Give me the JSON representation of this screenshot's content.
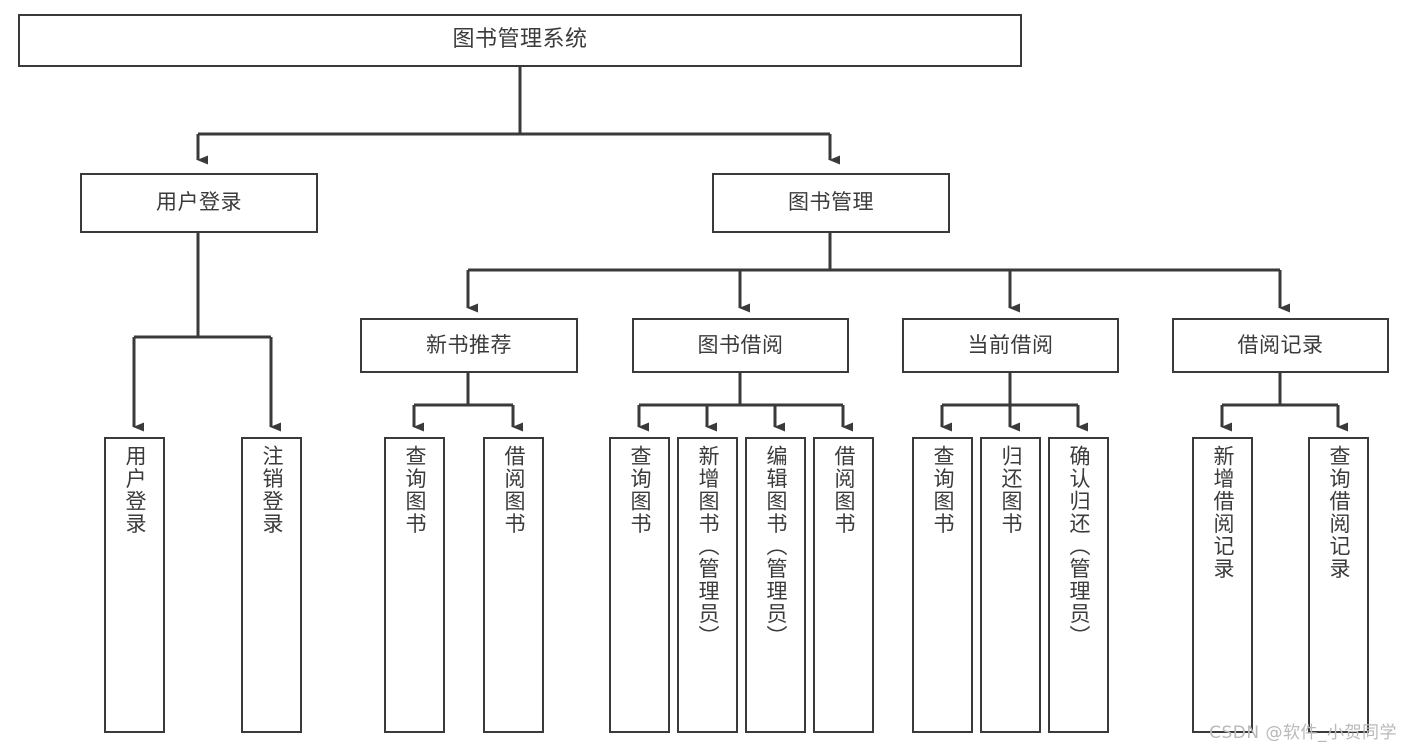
{
  "diagram": {
    "type": "tree-hierarchy",
    "title": "图书管理系统",
    "root": {
      "label": "图书管理系统"
    },
    "level2": [
      {
        "id": "user-login",
        "label": "用户登录"
      },
      {
        "id": "book-management",
        "label": "图书管理"
      }
    ],
    "level3": [
      {
        "id": "new-book-recommend",
        "label": "新书推荐",
        "parent": "book-management"
      },
      {
        "id": "book-borrow",
        "label": "图书借阅",
        "parent": "book-management"
      },
      {
        "id": "current-borrow",
        "label": "当前借阅",
        "parent": "book-management"
      },
      {
        "id": "borrow-record",
        "label": "借阅记录",
        "parent": "book-management"
      }
    ],
    "leaves": {
      "user-login": [
        {
          "id": "leaf-user-login",
          "label": "用户登录"
        },
        {
          "id": "leaf-logout-login",
          "label": "注销登录"
        }
      ],
      "new-book-recommend": [
        {
          "id": "leaf-query-book-1",
          "label": "查询图书"
        },
        {
          "id": "leaf-borrow-book-1",
          "label": "借阅图书"
        }
      ],
      "book-borrow": [
        {
          "id": "leaf-query-book-2",
          "label": "查询图书"
        },
        {
          "id": "leaf-add-book-admin",
          "label": "新增图书（管理员）"
        },
        {
          "id": "leaf-edit-book-admin",
          "label": "编辑图书（管理员）"
        },
        {
          "id": "leaf-borrow-book-2",
          "label": "借阅图书"
        }
      ],
      "current-borrow": [
        {
          "id": "leaf-query-book-3",
          "label": "查询图书"
        },
        {
          "id": "leaf-return-book",
          "label": "归还图书"
        },
        {
          "id": "leaf-confirm-return-admin",
          "label": "确认归还（管理员）"
        }
      ],
      "borrow-record": [
        {
          "id": "leaf-add-borrow-record",
          "label": "新增借阅记录"
        },
        {
          "id": "leaf-query-borrow-record",
          "label": "查询借阅记录"
        }
      ]
    }
  },
  "watermark": {
    "text": "CSDN @软件_小贺同学"
  },
  "colors": {
    "stroke": "#3a3a3a",
    "text": "#3b3b3b",
    "background": "#ffffff",
    "watermark": "#b9b9b9"
  }
}
